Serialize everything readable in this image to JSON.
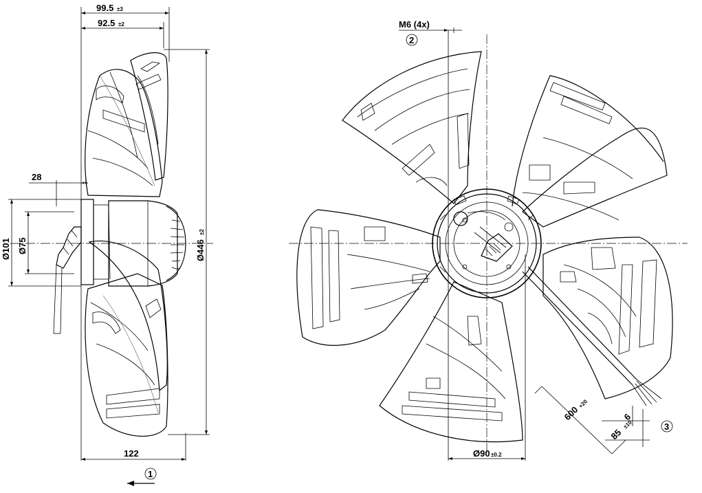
{
  "dimensions": {
    "overall_depth": {
      "value": "99.5",
      "tol": "±3"
    },
    "blade_depth": {
      "value": "92.5",
      "tol": "±2"
    },
    "offset": {
      "value": "28"
    },
    "dia_101": {
      "value": "Ø101"
    },
    "dia_75": {
      "value": "Ø75"
    },
    "dia_446": {
      "value": "Ø446",
      "tol": "±2"
    },
    "bottom_width": {
      "value": "122"
    },
    "hub_dia": {
      "value": "Ø90",
      "tol": "±0.2"
    },
    "thread": {
      "value": "M6 (4x)"
    },
    "cable_length": {
      "value": "600",
      "tol": "+20"
    },
    "strip_short": {
      "value": "6"
    },
    "strip_long": {
      "value": "85",
      "tol": "±10"
    }
  },
  "callouts": {
    "airflow": "1",
    "thread": "2",
    "cable": "3"
  }
}
